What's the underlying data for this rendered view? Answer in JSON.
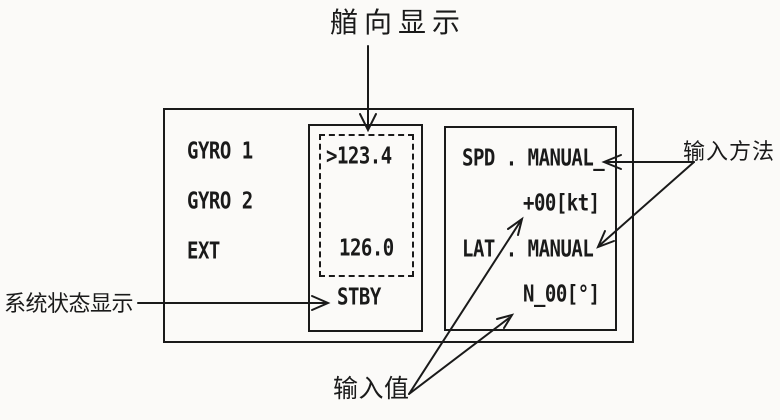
{
  "figure": {
    "callouts": {
      "heading_display": "艏向显示",
      "input_method": "输入方法",
      "system_status_display": "系统状态显示",
      "input_value": "输入值"
    },
    "panel": {
      "sources": [
        {
          "label": "GYRO 1"
        },
        {
          "label": "GYRO 2"
        },
        {
          "label": "EXT"
        }
      ],
      "heading_box": {
        "selected_heading": ">123.4",
        "ext_heading": "126.0"
      },
      "system_status": "STBY",
      "settings": {
        "speed_mode_line": "SPD . MANUAL_",
        "speed_value": "+00[kt]",
        "latitude_mode_line": "LAT . MANUAL",
        "latitude_value": "N_00[°]"
      }
    },
    "colors": {
      "ink": "#1a1a1a",
      "paper": "#fbfaf8"
    }
  }
}
